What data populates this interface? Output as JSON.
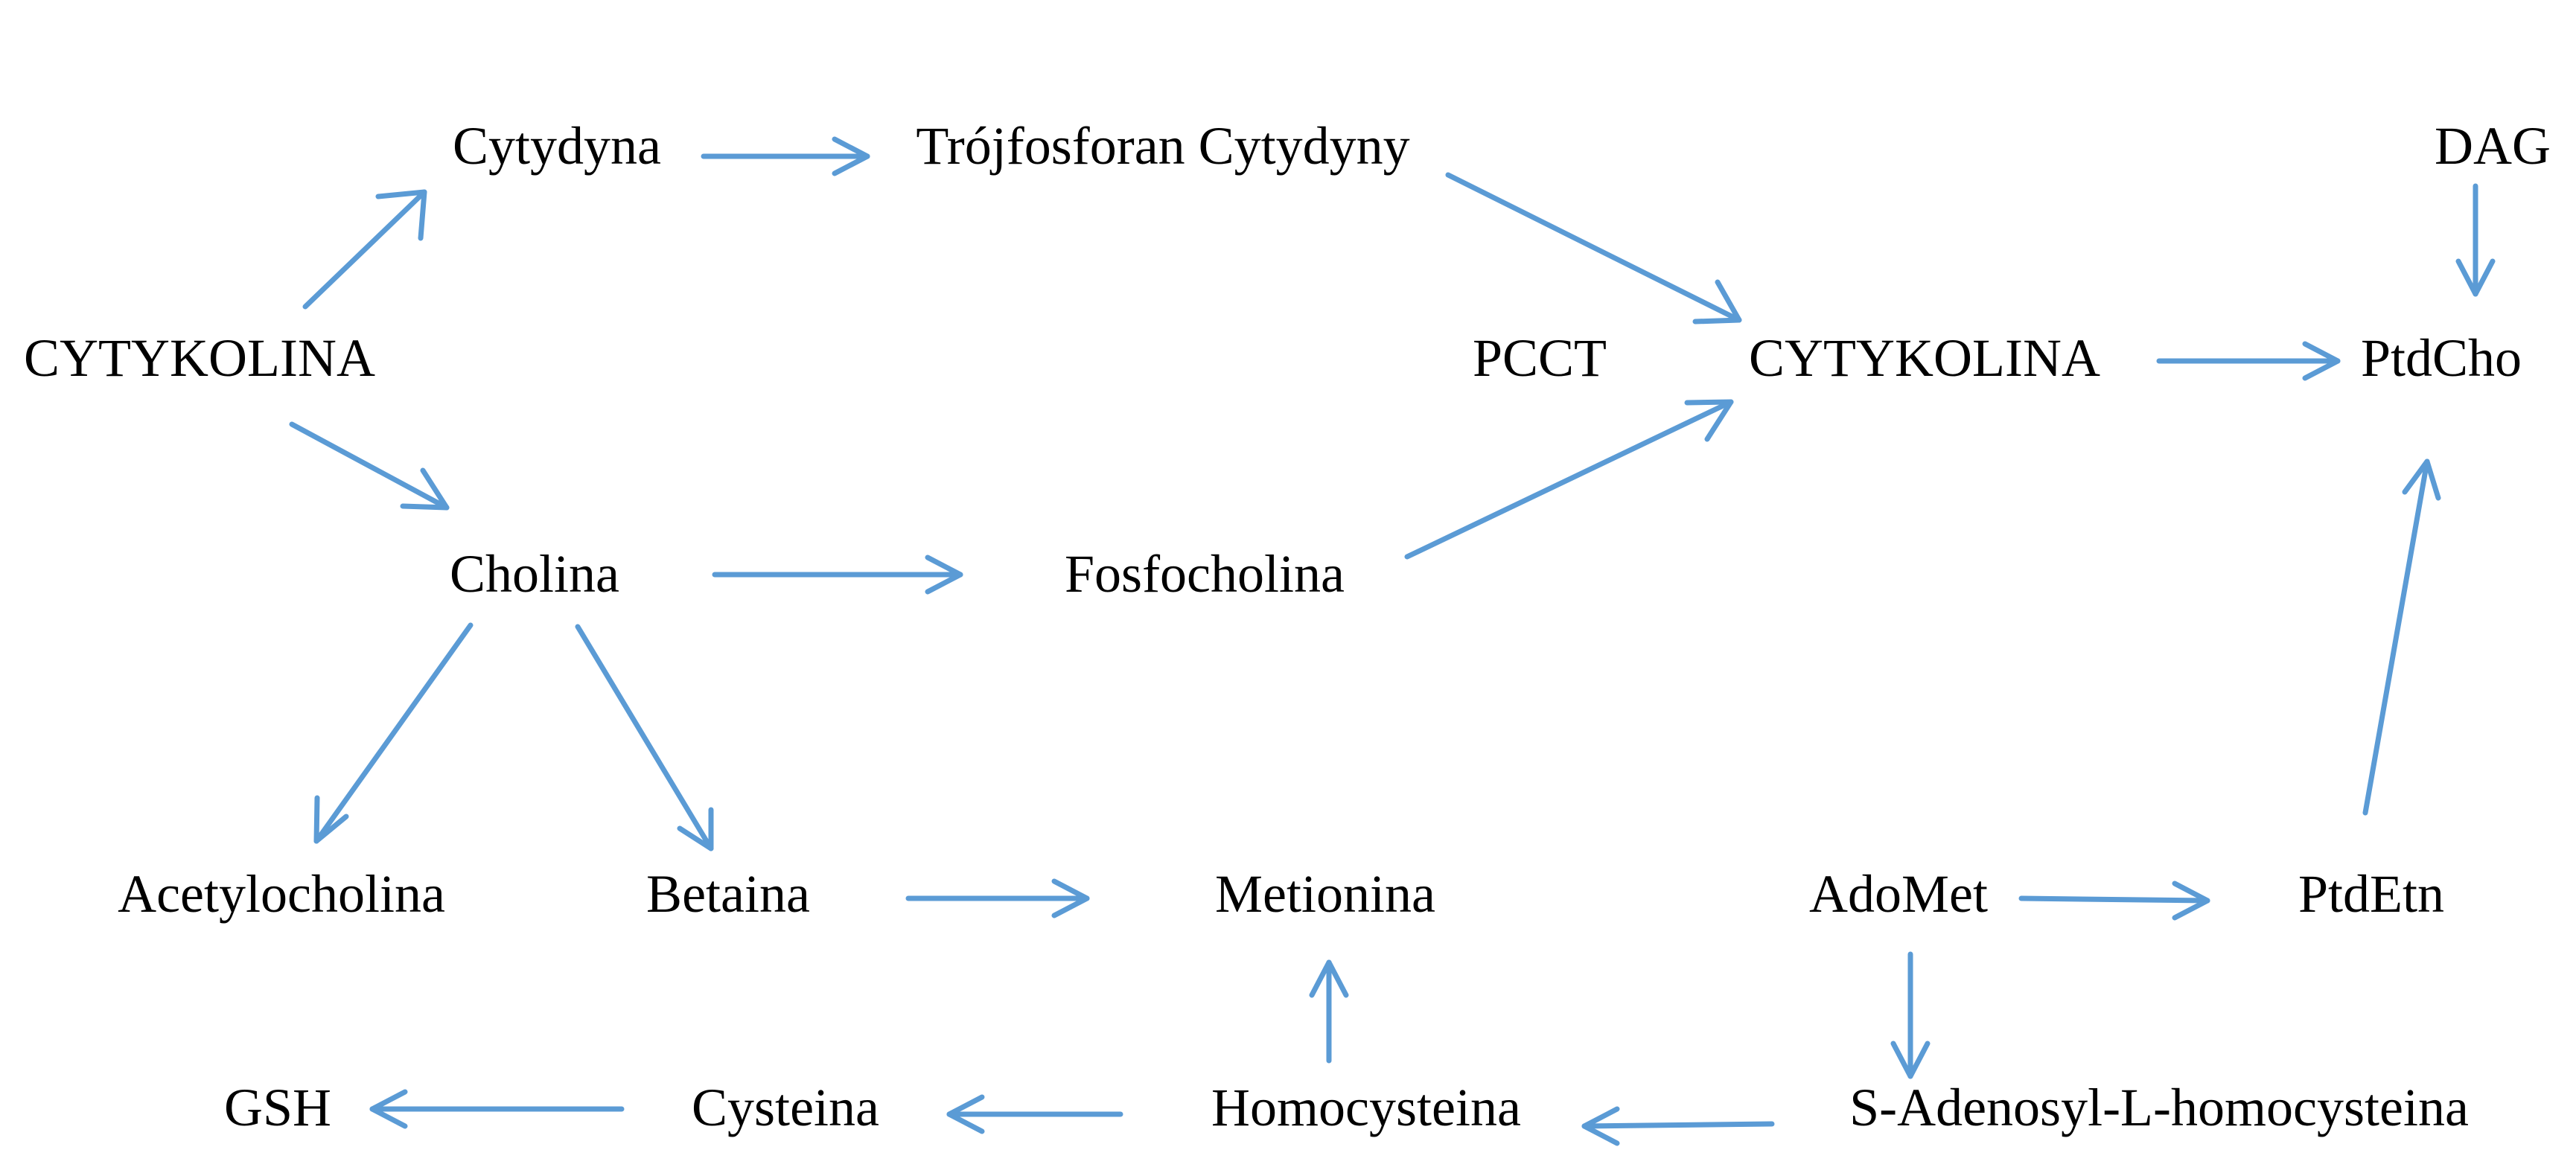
{
  "nodes": {
    "cytykolina_source": "CYTYKOLINA",
    "cytydyna": "Cytydyna",
    "trojfosforan": "Trójfosforan Cytydyny",
    "dag": "DAG",
    "pcct": "PCCT",
    "cytykolina_center": "CYTYKOLINA",
    "ptdcho": "PtdCho",
    "cholina": "Cholina",
    "fosfocholina": "Fosfocholina",
    "acetylocholina": "Acetylocholina",
    "betaina": "Betaina",
    "metionina": "Metionina",
    "adomet": "AdoMet",
    "ptdetn": "PtdEtn",
    "gsh": "GSH",
    "cysteina": "Cysteina",
    "homocysteina": "Homocysteina",
    "sah": "S-Adenosyl-L-homocysteina"
  },
  "edges": [
    {
      "from": "cytykolina_source",
      "to": "cytydyna"
    },
    {
      "from": "cytykolina_source",
      "to": "cholina"
    },
    {
      "from": "cytydyna",
      "to": "trojfosforan"
    },
    {
      "from": "trojfosforan",
      "to": "cytykolina_center"
    },
    {
      "from": "fosfocholina",
      "to": "cytykolina_center"
    },
    {
      "from": "cytykolina_center",
      "to": "ptdcho"
    },
    {
      "from": "dag",
      "to": "ptdcho"
    },
    {
      "from": "cholina",
      "to": "fosfocholina"
    },
    {
      "from": "cholina",
      "to": "acetylocholina"
    },
    {
      "from": "cholina",
      "to": "betaina"
    },
    {
      "from": "betaina",
      "to": "metionina"
    },
    {
      "from": "adomet",
      "to": "ptdetn"
    },
    {
      "from": "ptdetn",
      "to": "ptdcho"
    },
    {
      "from": "adomet",
      "to": "sah"
    },
    {
      "from": "sah",
      "to": "homocysteina"
    },
    {
      "from": "homocysteina",
      "to": "metionina"
    },
    {
      "from": "homocysteina",
      "to": "cysteina"
    },
    {
      "from": "cysteina",
      "to": "gsh"
    }
  ],
  "colors": {
    "arrow": "#5B9BD5",
    "text": "#000000",
    "background": "#FFFFFF"
  }
}
